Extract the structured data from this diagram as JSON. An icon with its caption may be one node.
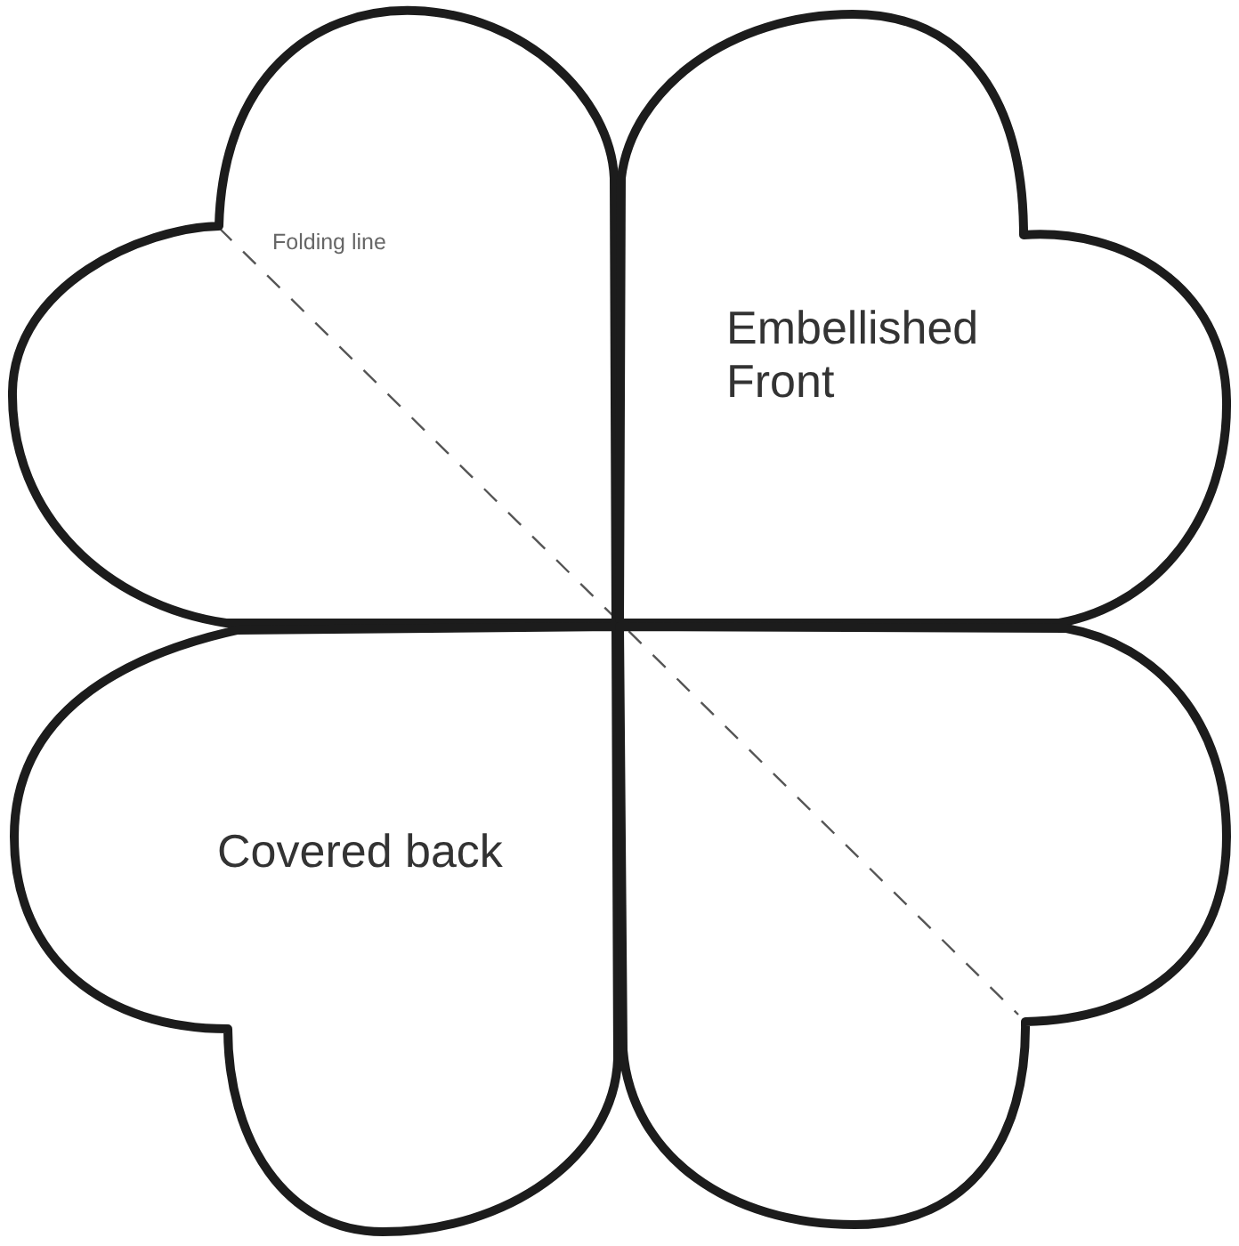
{
  "diagram": {
    "nodes": [
      {
        "text": [],
        "shape": "heart"
      },
      {
        "text": [
          "Embellished Front"
        ]
      },
      {
        "text": [
          "Covered back"
        ]
      },
      {
        "text": [],
        "shape": "heart"
      }
    ],
    "edges": [
      {
        "from": 0,
        "to": 3,
        "arrow": "none",
        "style": "dashed"
      }
    ],
    "labels": [
      "Folding line"
    ]
  }
}
